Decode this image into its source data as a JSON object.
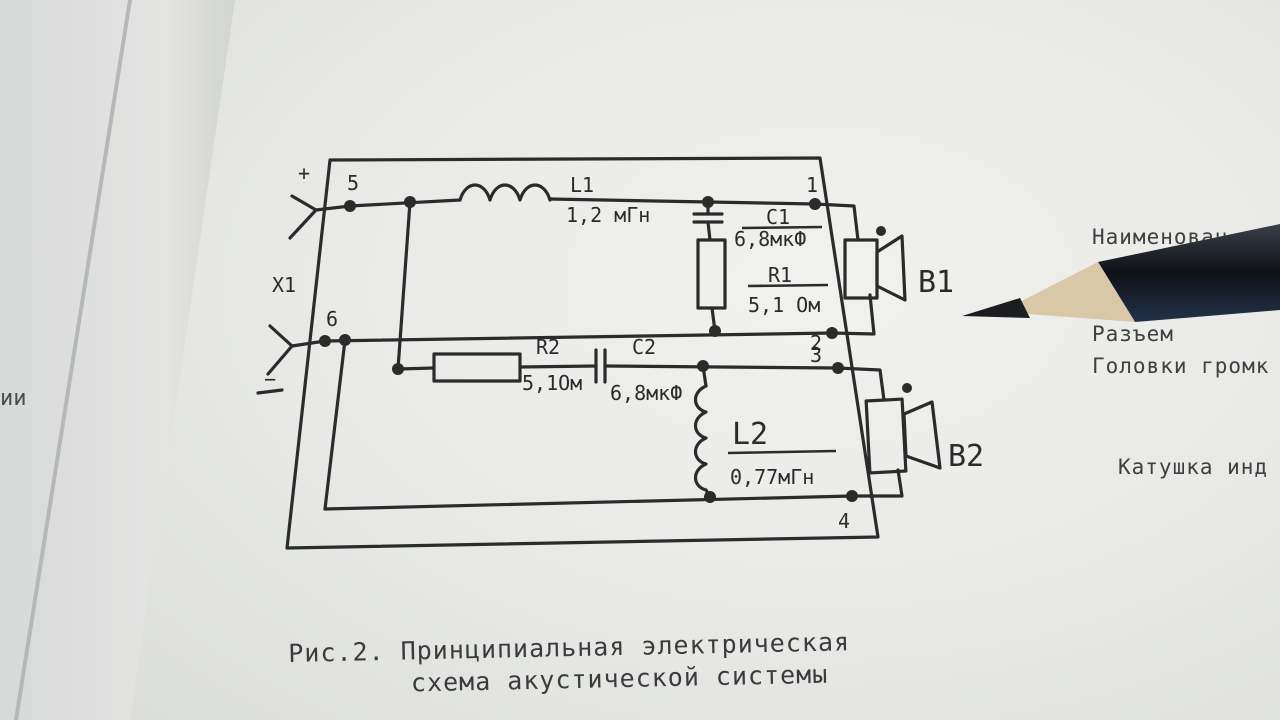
{
  "diagram": {
    "terminals": {
      "plus": "+",
      "minus": "−",
      "connector": "X1"
    },
    "nodes": {
      "n5": "5",
      "n6": "6",
      "n1": "1",
      "n2": "2",
      "n3": "3",
      "n4": "4"
    },
    "components": {
      "L1": {
        "name": "L1",
        "value": "1,2 мГн"
      },
      "C1": {
        "name": "C1",
        "value": "6,8мкФ"
      },
      "R1": {
        "name": "R1",
        "value": "5,1 Ом"
      },
      "R2": {
        "name": "R2",
        "value": "5,1Ом"
      },
      "C2": {
        "name": "C2",
        "value": "6,8мкФ"
      },
      "L2": {
        "name": "L2",
        "value": "0,77мГн"
      },
      "B1": {
        "name": "B1"
      },
      "B2": {
        "name": "B2"
      }
    }
  },
  "caption": {
    "line1": "Рис.2. Принципиальная электрическая",
    "line2": "схема акустической системы"
  },
  "right_list": [
    "Наименован",
    "Разъем",
    "Головки громк",
    "Катушка инд"
  ],
  "left_page": {
    "text1": "ии"
  }
}
